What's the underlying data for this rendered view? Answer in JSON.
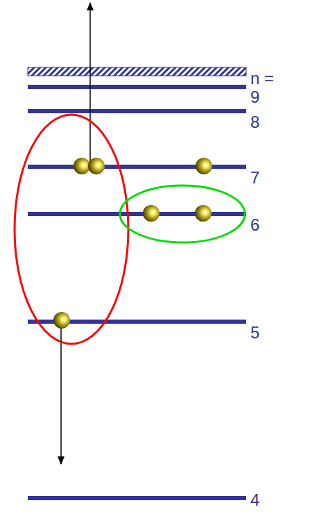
{
  "diagram": {
    "labels": [
      "n =",
      "9",
      "8",
      "7",
      "6",
      "5",
      "4"
    ]
  }
}
